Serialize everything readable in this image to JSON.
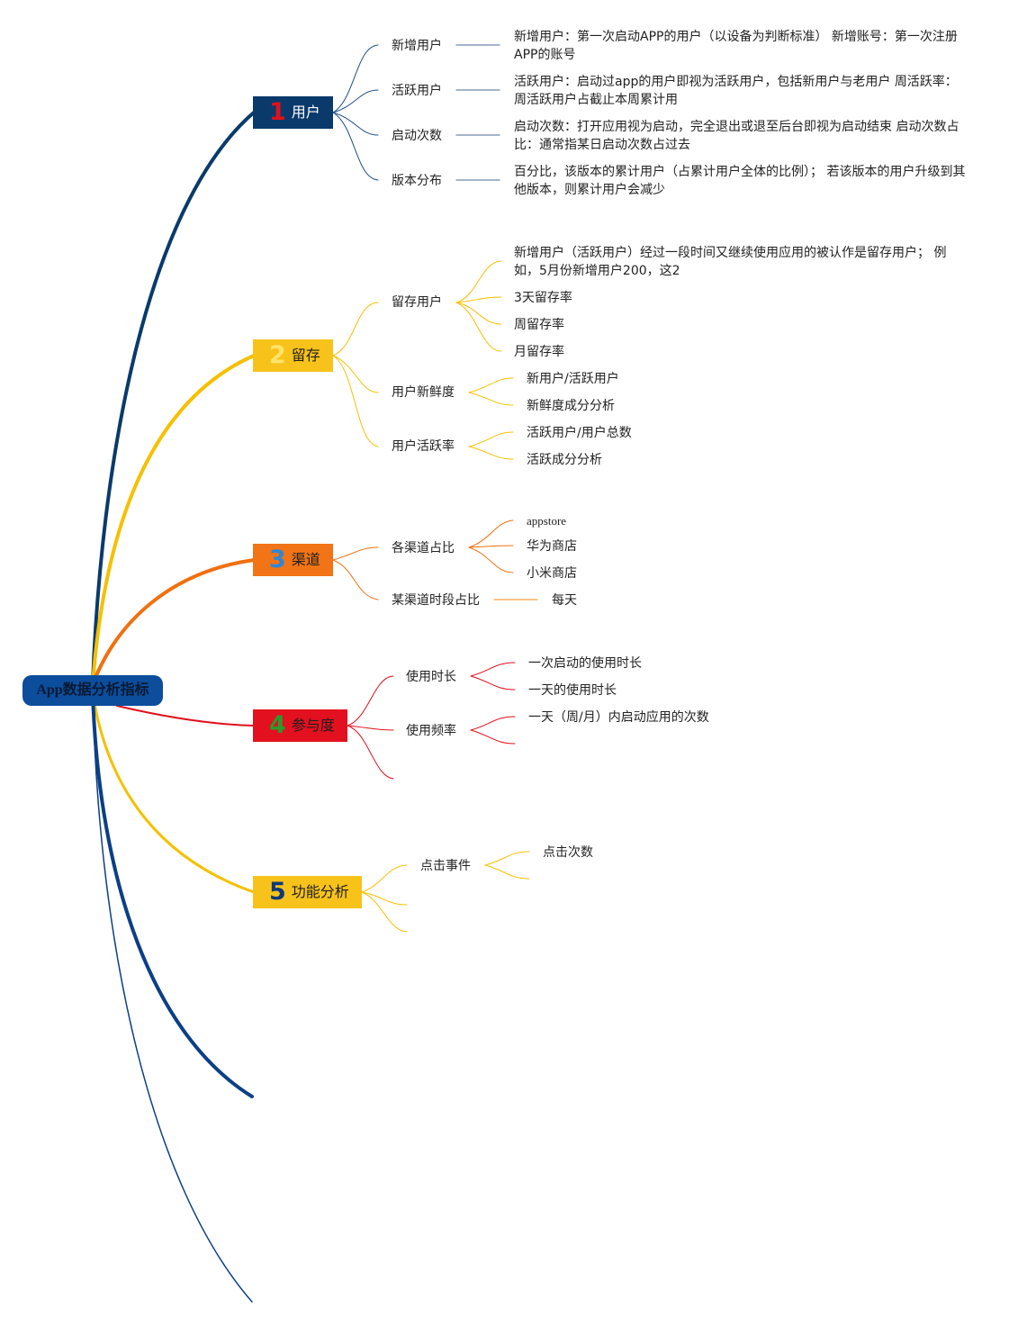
{
  "root": {
    "label": "App数据分析指标"
  },
  "colors": {
    "users": "#0a3a6b",
    "retention": "#f5c000",
    "channel": "#f07010",
    "engagement": "#e0101c",
    "feature": "#f5c000",
    "root_fill": "#0c4d9c",
    "dark_blue_branch": "#0b3f86"
  },
  "topics": [
    {
      "id": "users",
      "num": "1",
      "num_color": "#e0101c",
      "label": "用户",
      "fill": "#0a3a6b",
      "text_color": "#ffffff"
    },
    {
      "id": "retention",
      "num": "2",
      "num_color": "#ffe36a",
      "label": "留存",
      "fill": "#f7c31a",
      "text_color": "#1f1f1f"
    },
    {
      "id": "channel",
      "num": "3",
      "num_color": "#2f86d6",
      "label": "渠道",
      "fill": "#f27416",
      "text_color": "#1f1f1f"
    },
    {
      "id": "engagement",
      "num": "4",
      "num_color": "#2a9a2a",
      "label": "参与度",
      "fill": "#e3101f",
      "text_color": "#1f1f1f"
    },
    {
      "id": "feature",
      "num": "5",
      "num_color": "#0d3a7a",
      "label": "功能分析",
      "fill": "#f7c31a",
      "text_color": "#1f1f1f"
    }
  ],
  "users": {
    "items": [
      {
        "label": "新增用户",
        "detail": "新增用户：第一次启动APP的用户（以设备为判断标准） 新增账号：第一次注册APP的账号"
      },
      {
        "label": "活跃用户",
        "detail": "活跃用户：启动过app的用户即视为活跃用户，包括新用户与老用户 周活跃率：周活跃用户占截止本周累计用"
      },
      {
        "label": "启动次数",
        "detail": "启动次数：打开应用视为启动，完全退出或退至后台即视为启动结束 启动次数占比：通常指某日启动次数占过去"
      },
      {
        "label": "版本分布",
        "detail": "百分比，该版本的累计用户（占累计用户全体的比例）； 若该版本的用户升级到其他版本，则累计用户会减少"
      }
    ]
  },
  "retention": {
    "items": [
      {
        "label": "留存用户",
        "children": [
          "新增用户（活跃用户）经过一段时间又继续使用应用的被认作是留存用户； 例如，5月份新增用户200，这2",
          "3天留存率",
          "周留存率",
          "月留存率"
        ]
      },
      {
        "label": "用户新鲜度",
        "children": [
          "新用户/活跃用户",
          "新鲜度成分分析"
        ]
      },
      {
        "label": "用户活跃率",
        "children": [
          "活跃用户/用户总数",
          "活跃成分分析"
        ]
      }
    ]
  },
  "channel": {
    "items": [
      {
        "label": "各渠道占比",
        "children": [
          "appstore",
          "华为商店",
          "小米商店"
        ]
      },
      {
        "label": "某渠道时段占比",
        "children": [
          "每天"
        ]
      }
    ]
  },
  "engagement": {
    "items": [
      {
        "label": "使用时长",
        "children": [
          "一次启动的使用时长",
          "一天的使用时长"
        ]
      },
      {
        "label": "使用频率",
        "children": [
          "一天（周/月）内启动应用的次数"
        ]
      }
    ]
  },
  "feature": {
    "items": [
      {
        "label": "点击事件",
        "children": [
          "点击次数"
        ]
      }
    ]
  }
}
